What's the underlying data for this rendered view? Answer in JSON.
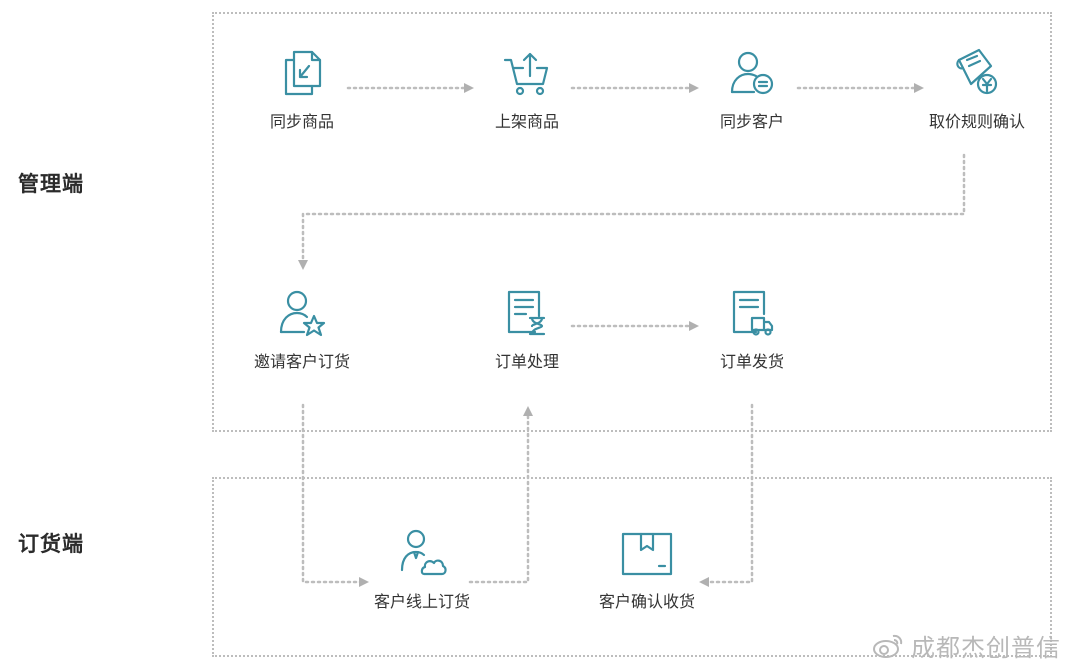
{
  "sections": {
    "admin": "管理端",
    "order": "订货端"
  },
  "nodes": {
    "sync_products": "同步商品",
    "list_products": "上架商品",
    "sync_customers": "同步客户",
    "pricing_rules": "取价规则确认",
    "invite_customers": "邀请客户订货",
    "order_processing": "订单处理",
    "order_shipping": "订单发货",
    "customer_online_order": "客户线上订货",
    "customer_confirm_receipt": "客户确认收货"
  },
  "watermark": "成都杰创普信",
  "colors": {
    "icon": "#3a8fa3",
    "dots": "#bdbdbd",
    "arrow": "#b0b0b0"
  }
}
